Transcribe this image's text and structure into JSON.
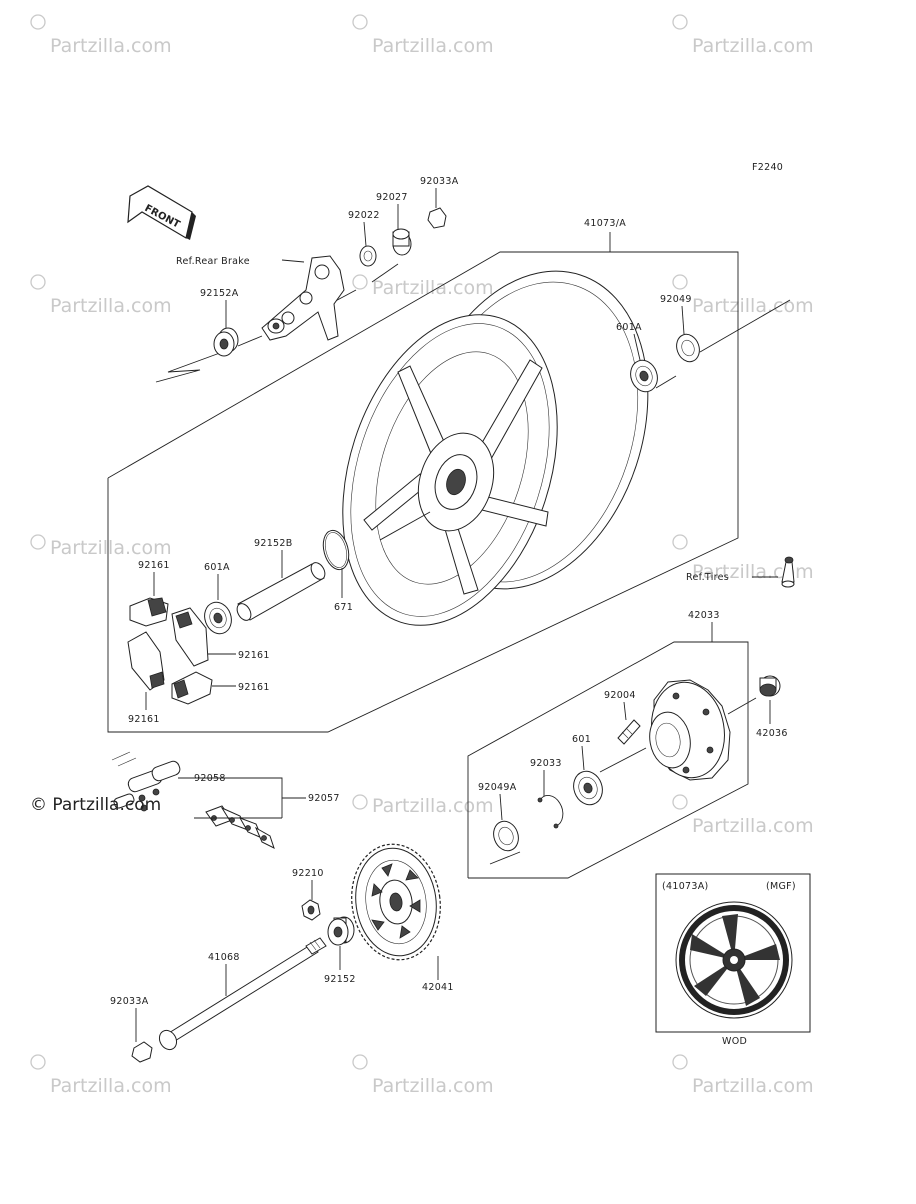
{
  "diagram_id": "F2240",
  "watermark_text": "Partzilla.com",
  "copyright_text": "© Partzilla.com",
  "front_label": "FRONT",
  "references": {
    "rear_brake": "Ref.Rear Brake",
    "tires": "Ref.Tires"
  },
  "labels": {
    "p92033A_top": "92033A",
    "p92027": "92027",
    "p92022": "92022",
    "p41073A": "41073/A",
    "p92152A": "92152A",
    "p92049": "92049",
    "p601A_top": "601A",
    "p92161_a": "92161",
    "p601A_left": "601A",
    "p92152B": "92152B",
    "p671": "671",
    "p92161_b": "92161",
    "p92161_c": "92161",
    "p92161_d": "92161",
    "p42033": "42033",
    "p92004": "92004",
    "p42036": "42036",
    "p601": "601",
    "p92033": "92033",
    "p92049A": "92049A",
    "p92058": "92058",
    "p92057": "92057",
    "p92210": "92210",
    "p41068": "41068",
    "p92152": "92152",
    "p42041": "42041",
    "p92033A_bottom": "92033A"
  },
  "inset": {
    "part": "(41073A)",
    "note": "(MGF)",
    "color_code": "WOD"
  }
}
